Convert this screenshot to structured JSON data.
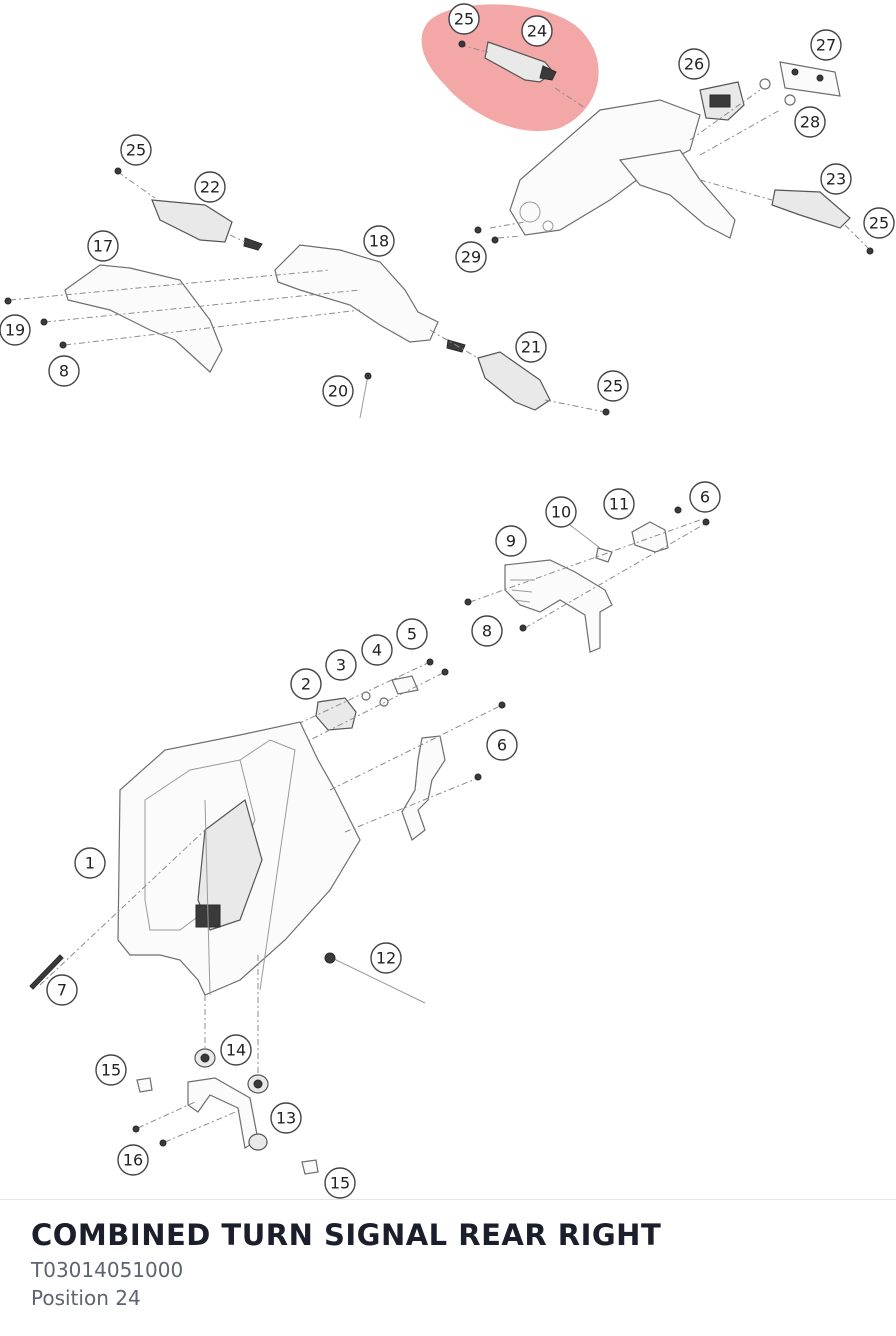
{
  "diagram": {
    "highlight_color": "#f08a8a",
    "callouts": [
      {
        "id": "c-25-top",
        "label": "25"
      },
      {
        "id": "c-24",
        "label": "24"
      },
      {
        "id": "c-27",
        "label": "27"
      },
      {
        "id": "c-26",
        "label": "26"
      },
      {
        "id": "c-28",
        "label": "28"
      },
      {
        "id": "c-25-left",
        "label": "25"
      },
      {
        "id": "c-22",
        "label": "22"
      },
      {
        "id": "c-23",
        "label": "23"
      },
      {
        "id": "c-25-right",
        "label": "25"
      },
      {
        "id": "c-17",
        "label": "17"
      },
      {
        "id": "c-18",
        "label": "18"
      },
      {
        "id": "c-29",
        "label": "29"
      },
      {
        "id": "c-19",
        "label": "19"
      },
      {
        "id": "c-21",
        "label": "21"
      },
      {
        "id": "c-8-top",
        "label": "8"
      },
      {
        "id": "c-20",
        "label": "20"
      },
      {
        "id": "c-25-mid",
        "label": "25"
      },
      {
        "id": "c-10",
        "label": "10"
      },
      {
        "id": "c-11",
        "label": "11"
      },
      {
        "id": "c-6-top",
        "label": "6"
      },
      {
        "id": "c-9",
        "label": "9"
      },
      {
        "id": "c-8-mid",
        "label": "8"
      },
      {
        "id": "c-5",
        "label": "5"
      },
      {
        "id": "c-4",
        "label": "4"
      },
      {
        "id": "c-3",
        "label": "3"
      },
      {
        "id": "c-2",
        "label": "2"
      },
      {
        "id": "c-6-mid",
        "label": "6"
      },
      {
        "id": "c-1",
        "label": "1"
      },
      {
        "id": "c-12",
        "label": "12"
      },
      {
        "id": "c-7",
        "label": "7"
      },
      {
        "id": "c-14",
        "label": "14"
      },
      {
        "id": "c-15-left",
        "label": "15"
      },
      {
        "id": "c-13",
        "label": "13"
      },
      {
        "id": "c-16",
        "label": "16"
      },
      {
        "id": "c-15-bottom",
        "label": "15"
      }
    ]
  },
  "part": {
    "title": "COMBINED TURN SIGNAL REAR RIGHT",
    "number": "T03014051000",
    "position": "Position 24"
  }
}
